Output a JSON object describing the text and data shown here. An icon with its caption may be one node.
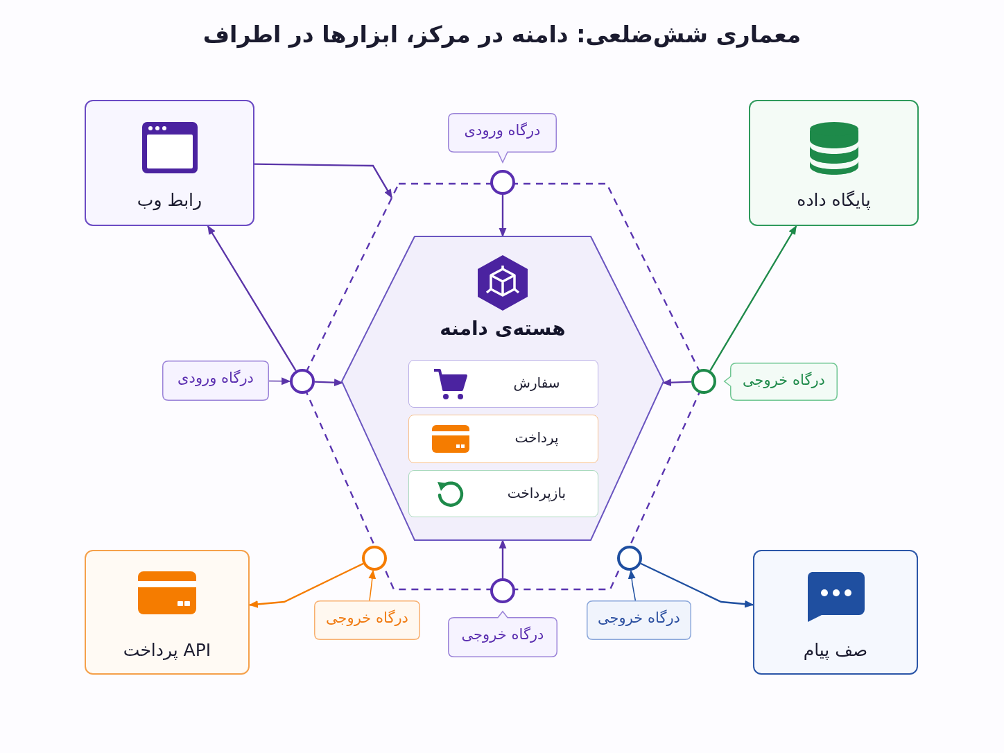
{
  "diagram": {
    "title": "معماری شش‌ضلعی: دامنه در مرکز، ابزارها در اطراف",
    "nodes": [
      {
        "text": [
          "رابط وب"
        ]
      },
      {
        "text": [
          "پایگاه داده"
        ]
      },
      {
        "text": [],
        "shape": "hexagon"
      },
      {
        "text": [
          "هسته‌ی دامنه"
        ],
        "in": 2
      },
      {
        "text": [
          "سفارش"
        ],
        "in": 3
      },
      {
        "text": [
          "پرداخت"
        ],
        "in": 3
      },
      {
        "text": [
          "بازپرداخت"
        ],
        "in": 3
      },
      {
        "text": [],
        "shape": "circle"
      },
      {
        "text": [],
        "shape": "circle"
      },
      {
        "text": [],
        "shape": "circle"
      },
      {
        "text": [],
        "shape": "circle"
      },
      {
        "text": [],
        "shape": "circle"
      },
      {
        "text": [],
        "shape": "circle"
      },
      {
        "text": [
          "درگاه ورودی"
        ]
      },
      {
        "text": [
          "درگاه ورودی"
        ]
      },
      {
        "text": [
          "درگاه خروجی"
        ]
      },
      {
        "text": [
          "درگاه خروجی"
        ]
      },
      {
        "text": [
          "درگاه خروجی"
        ]
      },
      {
        "text": [
          "درگاه خروجی"
        ]
      },
      {
        "text": [
          "API پرداخت"
        ]
      },
      {
        "text": [
          "صف پیام"
        ]
      }
    ],
    "edges": [
      {
        "from": 0,
        "to": 2,
        "arrow": "to"
      },
      {
        "from": 7,
        "to": 3,
        "arrow": "to"
      },
      {
        "from": 8,
        "to": 0,
        "arrow": "to"
      },
      {
        "from": 8,
        "to": 3,
        "arrow": "to"
      },
      {
        "from": 9,
        "to": 3,
        "arrow": "to"
      },
      {
        "from": 9,
        "to": 1,
        "arrow": "to",
        "color": "#1e8a4a"
      },
      {
        "from": 11,
        "to": 3,
        "arrow": "to"
      },
      {
        "from": 10,
        "to": 19,
        "arrow": "to",
        "color": "#f57c00"
      },
      {
        "from": 12,
        "to": 20,
        "arrow": "to",
        "color": "#1f4fa0"
      },
      {
        "from": 14,
        "to": 8,
        "arrow": "to"
      },
      {
        "from": 16,
        "to": 10,
        "arrow": "to",
        "color": "#f57c00"
      },
      {
        "from": 18,
        "to": 12,
        "arrow": "to",
        "color": "#1f4fa0"
      }
    ]
  }
}
